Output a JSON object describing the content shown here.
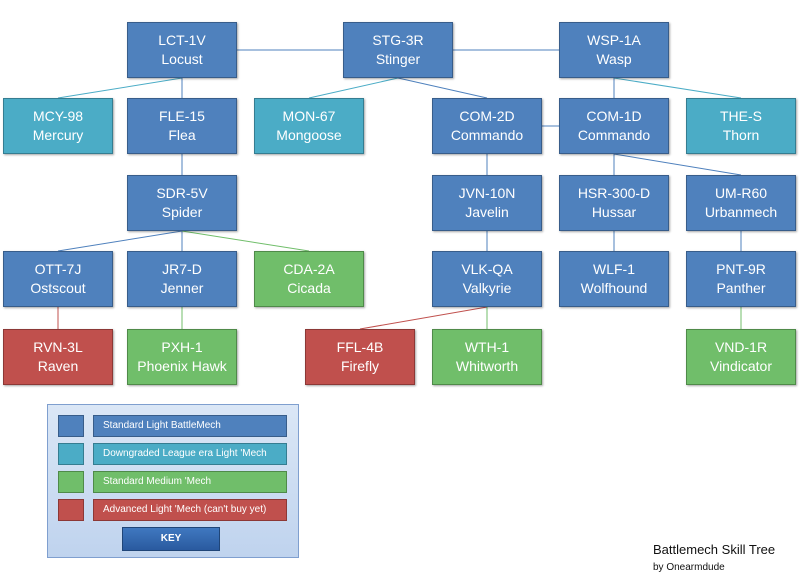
{
  "colors": {
    "standard_light": "#4f81bd",
    "downgraded_light": "#4bacc6",
    "standard_medium": "#70be6a",
    "advanced_light": "#c0504d",
    "edge_blue": "#4f81bd",
    "edge_teal": "#4bacc6",
    "edge_green": "#70be6a",
    "edge_red": "#c0504d"
  },
  "nodes": {
    "lct": {
      "code": "LCT-1V",
      "name": "Locust",
      "category": "standard_light"
    },
    "stg": {
      "code": "STG-3R",
      "name": "Stinger",
      "category": "standard_light"
    },
    "wsp": {
      "code": "WSP-1A",
      "name": "Wasp",
      "category": "standard_light"
    },
    "mcy": {
      "code": "MCY-98",
      "name": "Mercury",
      "category": "downgraded_light"
    },
    "fle": {
      "code": "FLE-15",
      "name": "Flea",
      "category": "standard_light"
    },
    "mon": {
      "code": "MON-67",
      "name": "Mongoose",
      "category": "downgraded_light"
    },
    "com2d": {
      "code": "COM-2D",
      "name": "Commando",
      "category": "standard_light"
    },
    "com1d": {
      "code": "COM-1D",
      "name": "Commando",
      "category": "standard_light"
    },
    "thes": {
      "code": "THE-S",
      "name": "Thorn",
      "category": "downgraded_light"
    },
    "sdr": {
      "code": "SDR-5V",
      "name": "Spider",
      "category": "standard_light"
    },
    "jvn": {
      "code": "JVN-10N",
      "name": "Javelin",
      "category": "standard_light"
    },
    "hsr": {
      "code": "HSR-300-D",
      "name": "Hussar",
      "category": "standard_light"
    },
    "um": {
      "code": "UM-R60",
      "name": "Urbanmech",
      "category": "standard_light"
    },
    "ott": {
      "code": "OTT-7J",
      "name": "Ostscout",
      "category": "standard_light"
    },
    "jr7": {
      "code": "JR7-D",
      "name": "Jenner",
      "category": "standard_light"
    },
    "cda": {
      "code": "CDA-2A",
      "name": "Cicada",
      "category": "standard_medium"
    },
    "vlk": {
      "code": "VLK-QA",
      "name": "Valkyrie",
      "category": "standard_light"
    },
    "wlf": {
      "code": "WLF-1",
      "name": "Wolfhound",
      "category": "standard_light"
    },
    "pnt": {
      "code": "PNT-9R",
      "name": "Panther",
      "category": "standard_light"
    },
    "rvn": {
      "code": "RVN-3L",
      "name": "Raven",
      "category": "advanced_light"
    },
    "pxh": {
      "code": "PXH-1",
      "name": "Phoenix Hawk",
      "category": "standard_medium"
    },
    "ffl": {
      "code": "FFL-4B",
      "name": "Firefly",
      "category": "advanced_light"
    },
    "wth": {
      "code": "WTH-1",
      "name": "Whitworth",
      "category": "standard_medium"
    },
    "vnd": {
      "code": "VND-1R",
      "name": "Vindicator",
      "category": "standard_medium"
    }
  },
  "edges": [
    {
      "from": "lct",
      "to": "stg",
      "color": "blue"
    },
    {
      "from": "stg",
      "to": "wsp",
      "color": "blue"
    },
    {
      "from": "lct",
      "to": "mcy",
      "color": "teal"
    },
    {
      "from": "lct",
      "to": "fle",
      "color": "blue"
    },
    {
      "from": "stg",
      "to": "mon",
      "color": "teal"
    },
    {
      "from": "stg",
      "to": "com2d",
      "color": "blue"
    },
    {
      "from": "wsp",
      "to": "com1d",
      "color": "blue"
    },
    {
      "from": "wsp",
      "to": "thes",
      "color": "teal"
    },
    {
      "from": "com2d",
      "to": "com1d",
      "color": "blue"
    },
    {
      "from": "fle",
      "to": "sdr",
      "color": "blue"
    },
    {
      "from": "com2d",
      "to": "jvn",
      "color": "blue"
    },
    {
      "from": "com1d",
      "to": "hsr",
      "color": "blue"
    },
    {
      "from": "com1d",
      "to": "um",
      "color": "blue"
    },
    {
      "from": "sdr",
      "to": "ott",
      "color": "blue"
    },
    {
      "from": "sdr",
      "to": "jr7",
      "color": "blue"
    },
    {
      "from": "sdr",
      "to": "cda",
      "color": "green"
    },
    {
      "from": "jvn",
      "to": "vlk",
      "color": "blue"
    },
    {
      "from": "hsr",
      "to": "wlf",
      "color": "blue"
    },
    {
      "from": "um",
      "to": "pnt",
      "color": "blue"
    },
    {
      "from": "ott",
      "to": "rvn",
      "color": "red"
    },
    {
      "from": "jr7",
      "to": "pxh",
      "color": "green"
    },
    {
      "from": "vlk",
      "to": "ffl",
      "color": "red"
    },
    {
      "from": "vlk",
      "to": "wth",
      "color": "green"
    },
    {
      "from": "pnt",
      "to": "vnd",
      "color": "green"
    }
  ],
  "legend": {
    "items": [
      {
        "label": "Standard Light BattleMech",
        "category": "standard_light"
      },
      {
        "label": "Downgraded League era Light 'Mech",
        "category": "downgraded_light"
      },
      {
        "label": "Standard Medium 'Mech",
        "category": "standard_medium"
      },
      {
        "label": "Advanced Light 'Mech (can't buy yet)",
        "category": "advanced_light"
      }
    ],
    "key_label": "KEY"
  },
  "footer": {
    "title": "Battlemech Skill Tree",
    "byline": "by Onearmdude"
  }
}
